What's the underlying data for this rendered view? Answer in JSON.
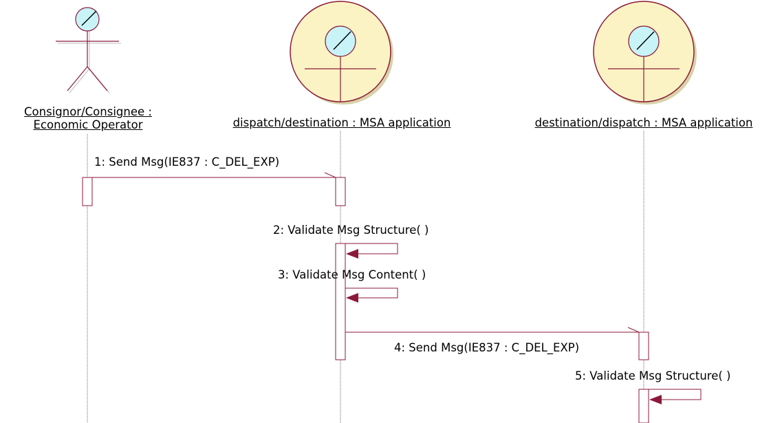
{
  "participants": [
    {
      "name_line1": "Consignor/Consignee :",
      "name_line2": "Economic Operator",
      "kind": "actor"
    },
    {
      "name": "dispatch/destination : MSA application",
      "kind": "control"
    },
    {
      "name": "destination/dispatch : MSA application",
      "kind": "control"
    }
  ],
  "messages": [
    {
      "label": "1: Send Msg(IE837 : C_DEL_EXP)",
      "from": 0,
      "to": 1
    },
    {
      "label": "2: Validate Msg Structure( )",
      "from": 1,
      "to": 1
    },
    {
      "label": "3: Validate Msg Content( )",
      "from": 1,
      "to": 1
    },
    {
      "label": "4: Send Msg(IE837 : C_DEL_EXP)",
      "from": 1,
      "to": 2
    },
    {
      "label": "5: Validate Msg Structure( )",
      "from": 2,
      "to": 2
    }
  ],
  "colors": {
    "stroke": "#8b1a3a",
    "lifeline": "#666666",
    "actor_fill": "#fbf3c4",
    "head_fill": "#c8f4f8",
    "arrow_fill": "#8b1a3a"
  }
}
